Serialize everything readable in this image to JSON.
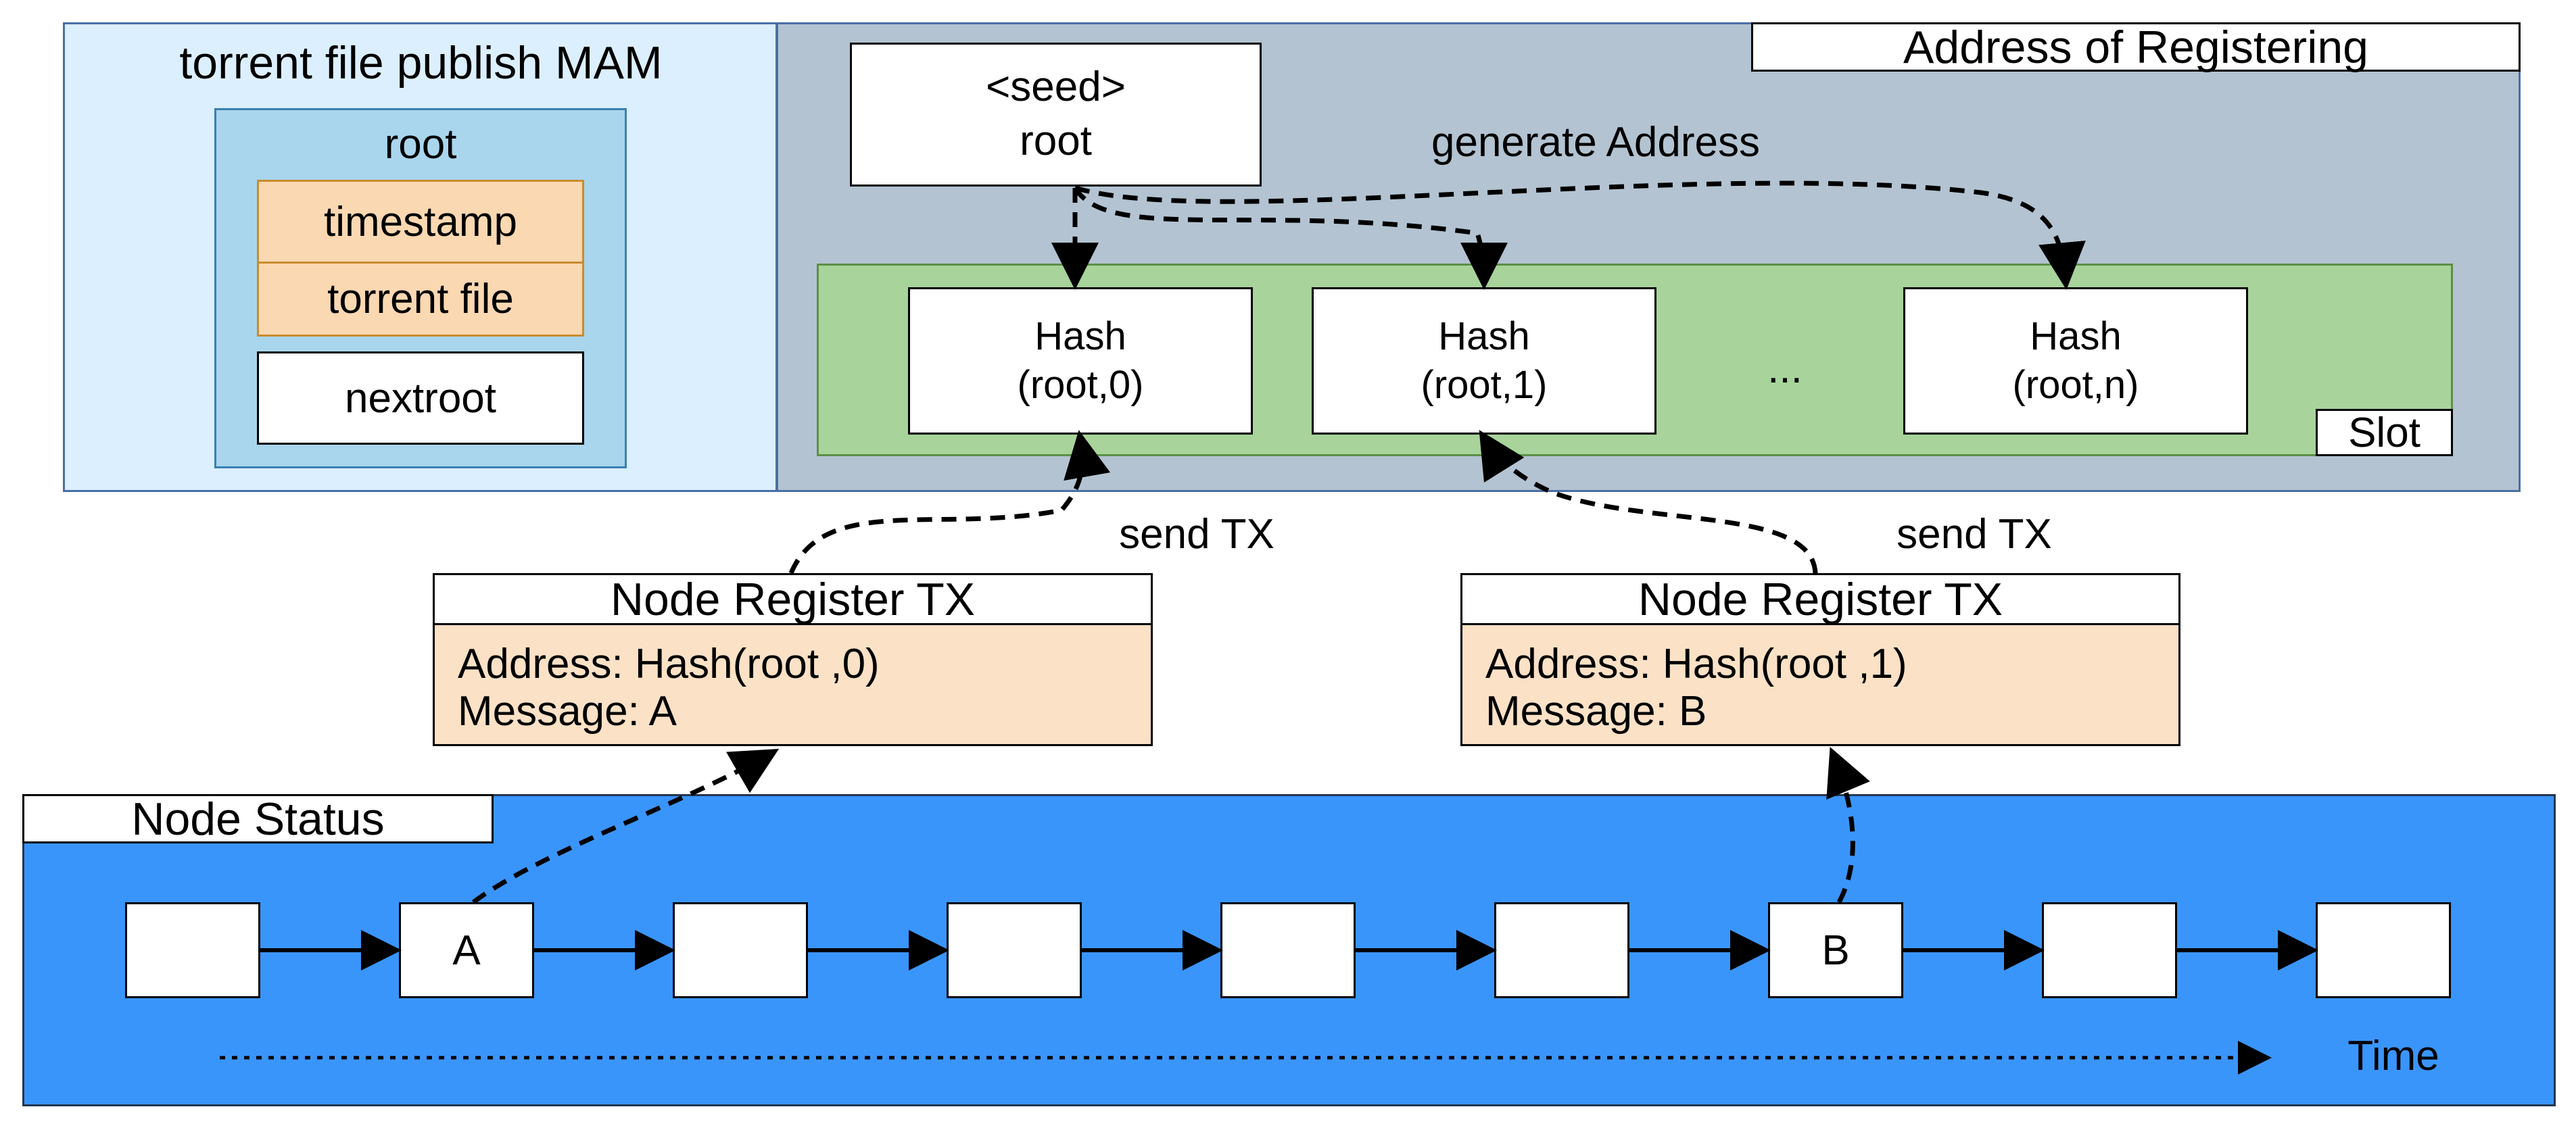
{
  "mam": {
    "title": "torrent file publish MAM",
    "root_label": "root",
    "timestamp": "timestamp",
    "torrent_file": "torrent file",
    "nextroot": "nextroot"
  },
  "address_panel": {
    "title": "Address of Registering",
    "seed_line1": "<seed>",
    "seed_line2": "root",
    "generate_label": "generate Address",
    "slot_label": "Slot",
    "ellipsis": "...",
    "hashes": [
      {
        "line1": "Hash",
        "line2": "(root,0)"
      },
      {
        "line1": "Hash",
        "line2": "(root,1)"
      },
      {
        "line1": "Hash",
        "line2": "(root,n)"
      }
    ]
  },
  "transactions": [
    {
      "header": "Node Register TX",
      "address": "Address: Hash(root ,0)",
      "message": "Message: A",
      "send_label": "send TX"
    },
    {
      "header": "Node Register TX",
      "address": "Address: Hash(root ,1)",
      "message": "Message: B",
      "send_label": "send TX"
    }
  ],
  "node_status": {
    "title": "Node Status",
    "time_label": "Time",
    "nodes": [
      "",
      "A",
      "",
      "",
      "",
      "",
      "B",
      "",
      ""
    ]
  },
  "colors": {
    "mam_bg": "#dcefff",
    "address_bg": "#b3c3d1",
    "slot_green": "#a8d39b",
    "field_orange": "#fad8b2",
    "status_blue": "#3a95fb"
  }
}
